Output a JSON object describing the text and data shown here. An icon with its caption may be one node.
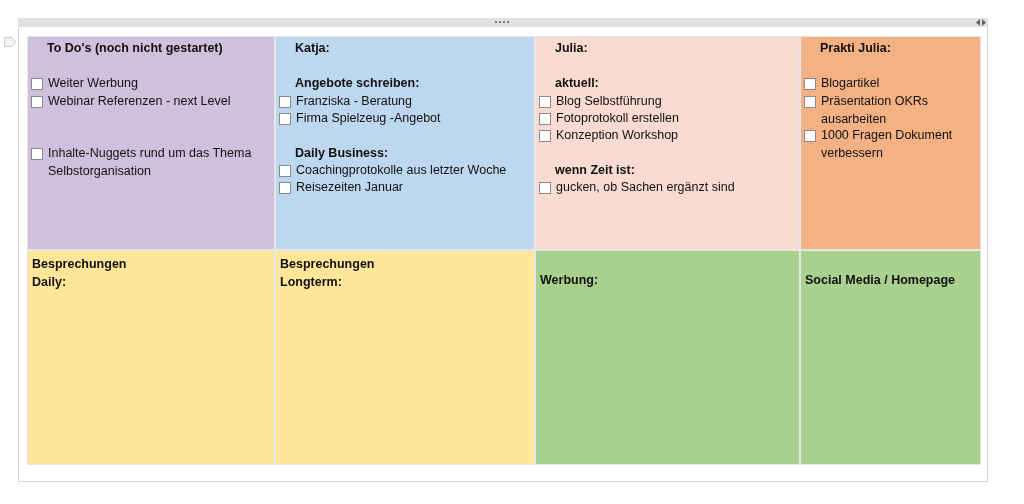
{
  "diagram": {
    "nodes": [
      {
        "text": [
          "To Do's (noch nicht gestartet)",
          "Weiter Werbung",
          "Webinar Referenzen - next Level",
          "Inhalte-Nuggets rund um das Thema Selbstorganisation"
        ]
      },
      {
        "text": [
          "Katja:",
          "Angebote schreiben:",
          "Franziska - Beratung",
          "Firma Spielzeug -Angebot",
          "Daily Business:",
          "Coachingprotokolle aus letzter Woche",
          "Reisezeiten Januar"
        ]
      },
      {
        "text": [
          "Julia:",
          "aktuell:",
          "Blog Selbstführung",
          "Fotoprotokoll erstellen",
          "Konzeption Workshop",
          "wenn Zeit ist:",
          "gucken, ob Sachen ergänzt sind"
        ]
      },
      {
        "text": [
          "Prakti Julia:",
          "Blogartikel",
          "Präsentation OKRs ausarbeiten",
          "1000 Fragen Dokument verbessern"
        ]
      },
      {
        "text": [
          "Besprechungen Daily:"
        ]
      },
      {
        "text": [
          "Besprechungen Longterm:"
        ]
      },
      {
        "text": [
          "Werbung:"
        ]
      },
      {
        "text": [
          "Social Media / Homepage"
        ]
      }
    ]
  }
}
